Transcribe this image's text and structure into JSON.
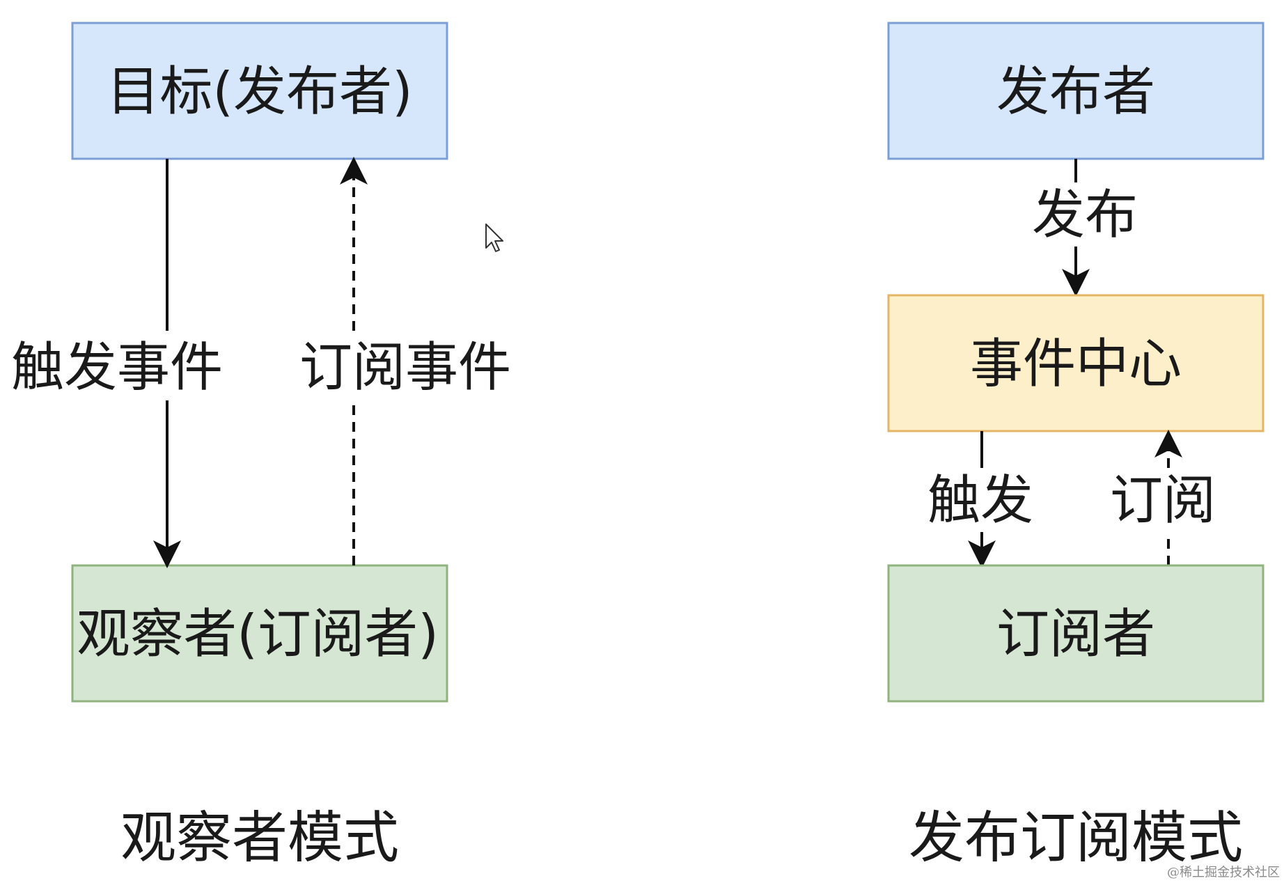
{
  "colors": {
    "blue_fill": "#d6e6fb",
    "blue_stroke": "#7b9fd4",
    "yellow_fill": "#fdefc9",
    "yellow_stroke": "#e3b565",
    "green_fill": "#d5e7d2",
    "green_stroke": "#8fb37e",
    "line": "#111111"
  },
  "observer": {
    "subject": "目标(发布者)",
    "observer": "观察者(订阅者)",
    "trigger_label": "触发事件",
    "subscribe_label": "订阅事件",
    "caption": "观察者模式"
  },
  "pubsub": {
    "publisher": "发布者",
    "publish_label": "发布",
    "event_center": "事件中心",
    "trigger_label": "触发",
    "subscribe_label": "订阅",
    "subscriber": "订阅者",
    "caption": "发布订阅模式"
  },
  "watermark": "@稀土掘金技术社区"
}
